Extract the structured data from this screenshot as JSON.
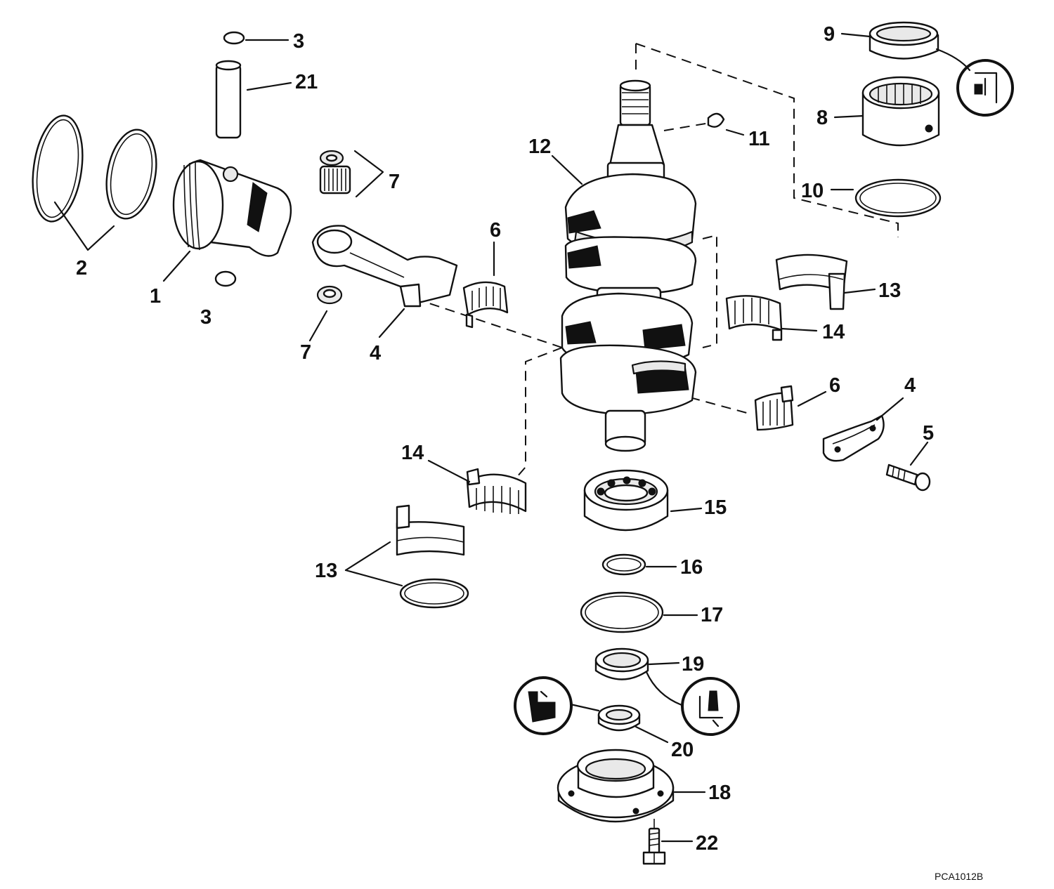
{
  "callouts": [
    {
      "id": "c3a",
      "text": "3"
    },
    {
      "id": "c21",
      "text": "21"
    },
    {
      "id": "c9",
      "text": "9"
    },
    {
      "id": "c8",
      "text": "8"
    },
    {
      "id": "c11",
      "text": "11"
    },
    {
      "id": "c12",
      "text": "12"
    },
    {
      "id": "c7a",
      "text": "7"
    },
    {
      "id": "c10",
      "text": "10"
    },
    {
      "id": "c2",
      "text": "2"
    },
    {
      "id": "c1",
      "text": "1"
    },
    {
      "id": "c3b",
      "text": "3"
    },
    {
      "id": "c6a",
      "text": "6"
    },
    {
      "id": "c13a",
      "text": "13"
    },
    {
      "id": "c14a",
      "text": "14"
    },
    {
      "id": "c7b",
      "text": "7"
    },
    {
      "id": "c4a",
      "text": "4"
    },
    {
      "id": "c6b",
      "text": "6"
    },
    {
      "id": "c4b",
      "text": "4"
    },
    {
      "id": "c5",
      "text": "5"
    },
    {
      "id": "c14b",
      "text": "14"
    },
    {
      "id": "c15",
      "text": "15"
    },
    {
      "id": "c16",
      "text": "16"
    },
    {
      "id": "c13b",
      "text": "13"
    },
    {
      "id": "c17",
      "text": "17"
    },
    {
      "id": "c19",
      "text": "19"
    },
    {
      "id": "c20",
      "text": "20"
    },
    {
      "id": "c18",
      "text": "18"
    },
    {
      "id": "c22",
      "text": "22"
    }
  ],
  "drawing_code": "PCA1012B",
  "icons": [
    "sealant-tube-icon-top",
    "sealant-tube-icon-left",
    "grease-icon-right"
  ]
}
